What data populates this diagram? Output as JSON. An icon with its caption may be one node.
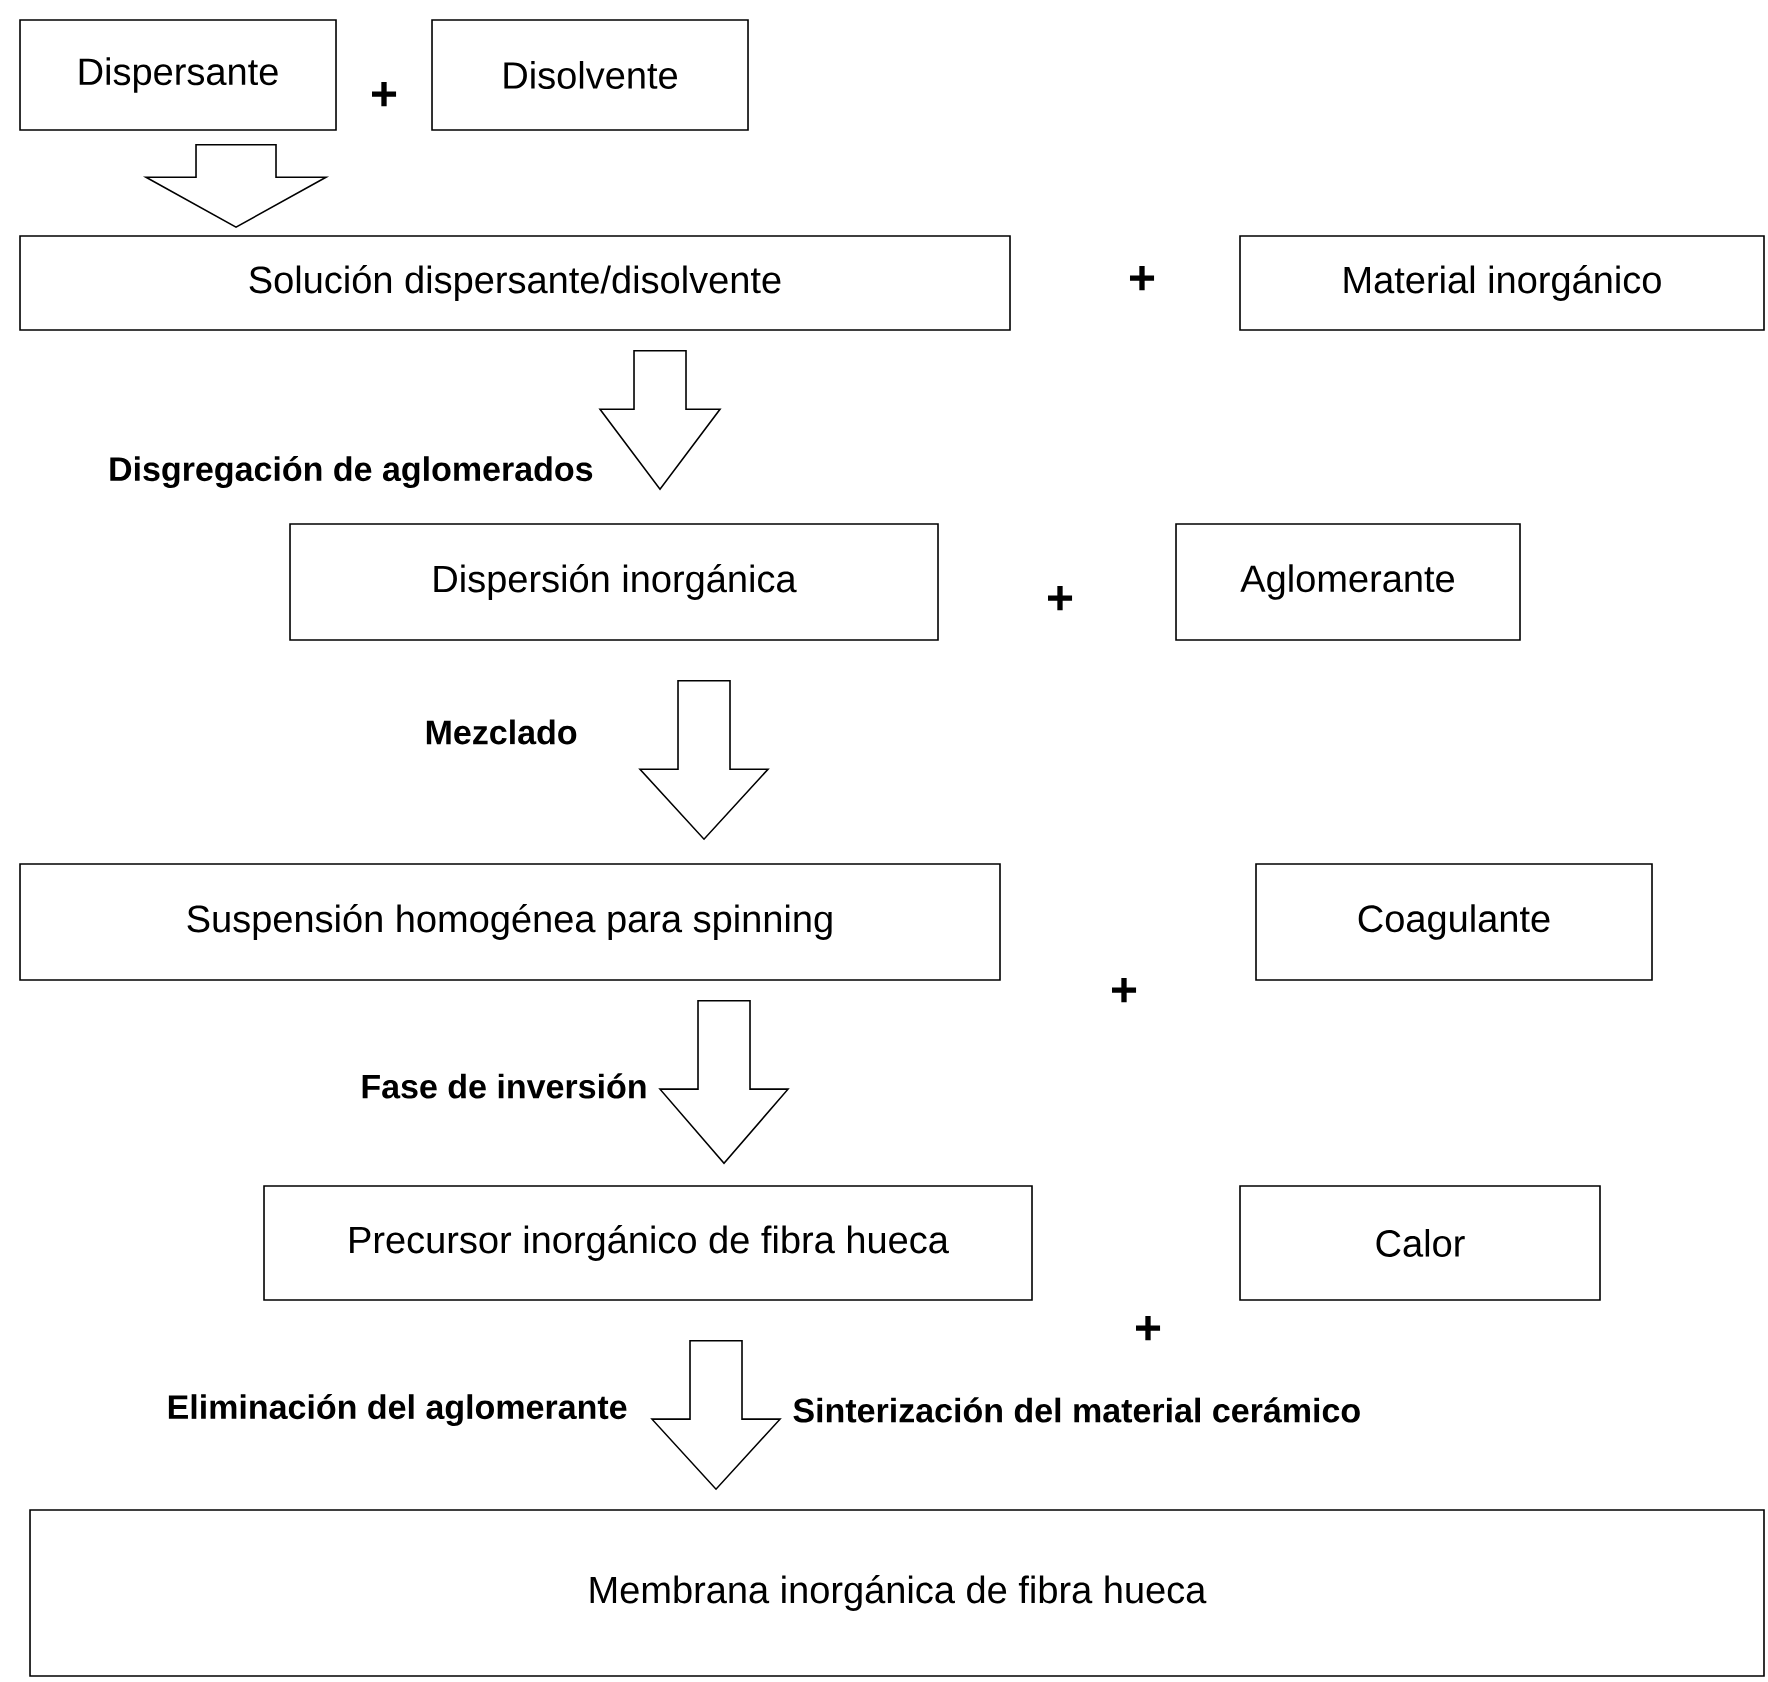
{
  "diagram": {
    "nodes": [
      {
        "text": [
          "Dispersante"
        ]
      },
      {
        "text": [
          "Disolvente"
        ]
      },
      {
        "text": [
          "Solución dispersante/disolvente"
        ]
      },
      {
        "text": [
          "Material inorgánico"
        ]
      },
      {
        "text": [
          "Dispersión inorgánica"
        ]
      },
      {
        "text": [
          "Aglomerante"
        ]
      },
      {
        "text": [
          "Suspensión homogénea para spinning"
        ]
      },
      {
        "text": [
          "Coagulante"
        ]
      },
      {
        "text": [
          "Precursor inorgánico de fibra hueca"
        ]
      },
      {
        "text": [
          "Calor"
        ]
      },
      {
        "text": [
          "Membrana inorgánica de fibra hueca"
        ]
      }
    ],
    "edges": [
      {
        "from": 0,
        "to": 2,
        "arrow": "to"
      },
      {
        "from": 2,
        "to": 4,
        "arrow": "to",
        "label": "Disgregación de aglomerados"
      },
      {
        "from": 4,
        "to": 6,
        "arrow": "to",
        "label": "Mezclado"
      },
      {
        "from": 6,
        "to": 8,
        "arrow": "to",
        "label": "Fase de inversión"
      },
      {
        "from": 8,
        "to": 10,
        "arrow": "to",
        "label": "Eliminación del aglomerante"
      }
    ],
    "labels": [
      "+",
      "+",
      "+",
      "+",
      "+",
      "Sinterización del material cerámico"
    ]
  }
}
